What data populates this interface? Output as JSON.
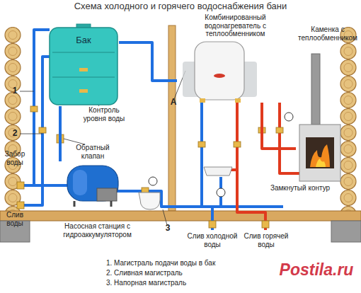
{
  "diagram": {
    "title": "Схема холодного и горячего водоснабжения бани",
    "nodes": [
      {
        "text": [
          "Бак"
        ]
      },
      {
        "text": [
          "Насосная станция с гидроаккумулятором"
        ]
      },
      {
        "text": [
          "Комбинированный водонагреватель с теплообменником"
        ]
      },
      {
        "text": [
          "Каменка с теплообменником"
        ]
      }
    ],
    "edges": [
      {
        "from": 1,
        "to": 0,
        "arrow": "none"
      },
      {
        "from": 0,
        "to": 2,
        "arrow": "none"
      },
      {
        "from": 2,
        "to": 3,
        "arrow": "none"
      }
    ],
    "labels": [
      "Контроль уровня воды",
      "Обратный клапан",
      "Забор воды",
      "Слив воды",
      "1",
      "2",
      "3",
      "А",
      "Замкнутый контур",
      "Слив холодной воды",
      "Слив горячей воды",
      "1. Магистраль подачи воды в бак",
      "2. Сливная магистраль",
      "3. Напорная магистраль",
      "Postila.ru"
    ]
  }
}
